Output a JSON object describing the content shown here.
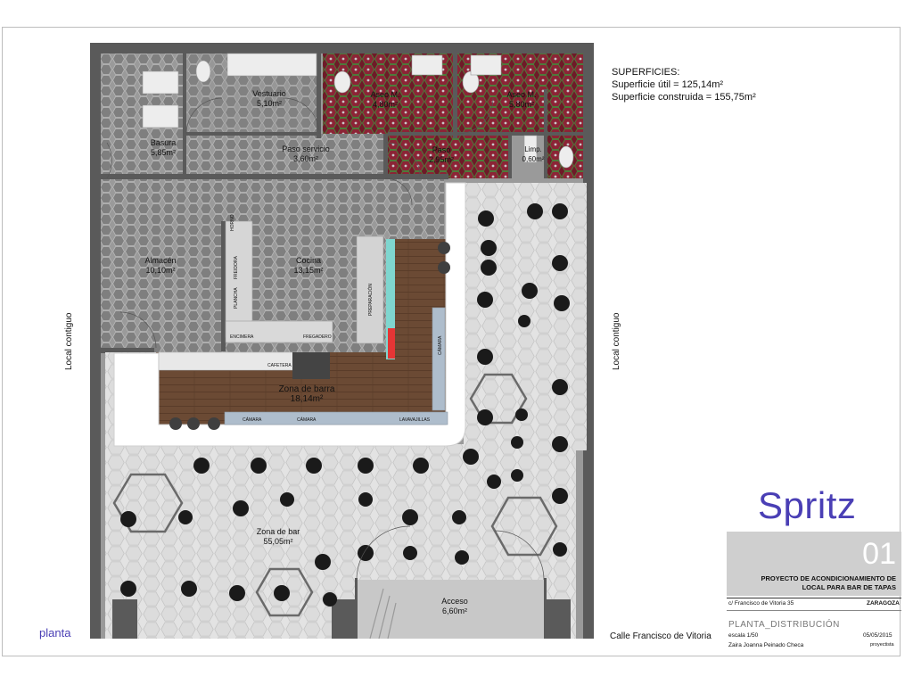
{
  "surfaces": {
    "title": "SUPERFICIES:",
    "useful": "Superficie útil = 125,14m²",
    "built": "Superficie construida = 155,75m²"
  },
  "rooms": {
    "vestuario": {
      "name": "Vestuario",
      "area": "5,10m²"
    },
    "aseo1": {
      "name": "Aseo M.",
      "area": "4,80m²"
    },
    "aseo2": {
      "name": "Aseo M.",
      "area": "5,80m²"
    },
    "basura": {
      "name": "Basura",
      "area": "5,85m²"
    },
    "paso_servicio": {
      "name": "Paso servicio",
      "area": "3,60m²"
    },
    "paso": {
      "name": "Paso",
      "area": "2,95m²"
    },
    "limp": {
      "name": "Limp.",
      "area": "0,60m²"
    },
    "almacen": {
      "name": "Almacén",
      "area": "10,10m²"
    },
    "cocina": {
      "name": "Cocina",
      "area": "13,15m²"
    },
    "zona_barra": {
      "name": "Zona de barra",
      "area": "18,14m²"
    },
    "zona_bar": {
      "name": "Zona de bar",
      "area": "55,05m²"
    },
    "acceso": {
      "name": "Acceso",
      "area": "6,60m²"
    }
  },
  "equipment": {
    "horno": "HORNO",
    "freidora": "FREIDORA",
    "plancha": "PLANCHA",
    "preparacion": "PREPARACIÓN",
    "encimera": "ENCIMERA",
    "fregadero": "FREGADERO",
    "cafetera": "CAFETERA",
    "camara1": "CÁMARA",
    "camara2": "CÁMARA",
    "camara3": "CÁMARA",
    "lavavajillas": "LAVAVAJILLAS"
  },
  "sides": {
    "left": "Local contiguo",
    "right": "Local contiguo"
  },
  "street": "Calle Francisco de Vitoria",
  "view": "planta",
  "brand": "Spritz",
  "title_block": {
    "sheet_number": "01",
    "project_line1": "PROYECTO DE ACONDICIONAMIENTO DE",
    "project_line2": "LOCAL PARA BAR DE TAPAS",
    "address": "c/ Francisco de Vitoria 35",
    "city": "ZARAGOZA",
    "sheet_name": "PLANTA_DISTRIBUCIÓN",
    "scale": "escala 1/50",
    "date": "05/05/2015",
    "author": "Zaira Joanna Peinado Checa",
    "role": "proyectista"
  },
  "colors": {
    "brand": "#4a3fb5",
    "wall": "#5a5a5a",
    "tile_grey": "#8f8f8f",
    "tile_red": "#7a1f2e",
    "wood": "#6b4a34",
    "counter": "#ffffff",
    "floor_hall": "#d9d9d9"
  }
}
